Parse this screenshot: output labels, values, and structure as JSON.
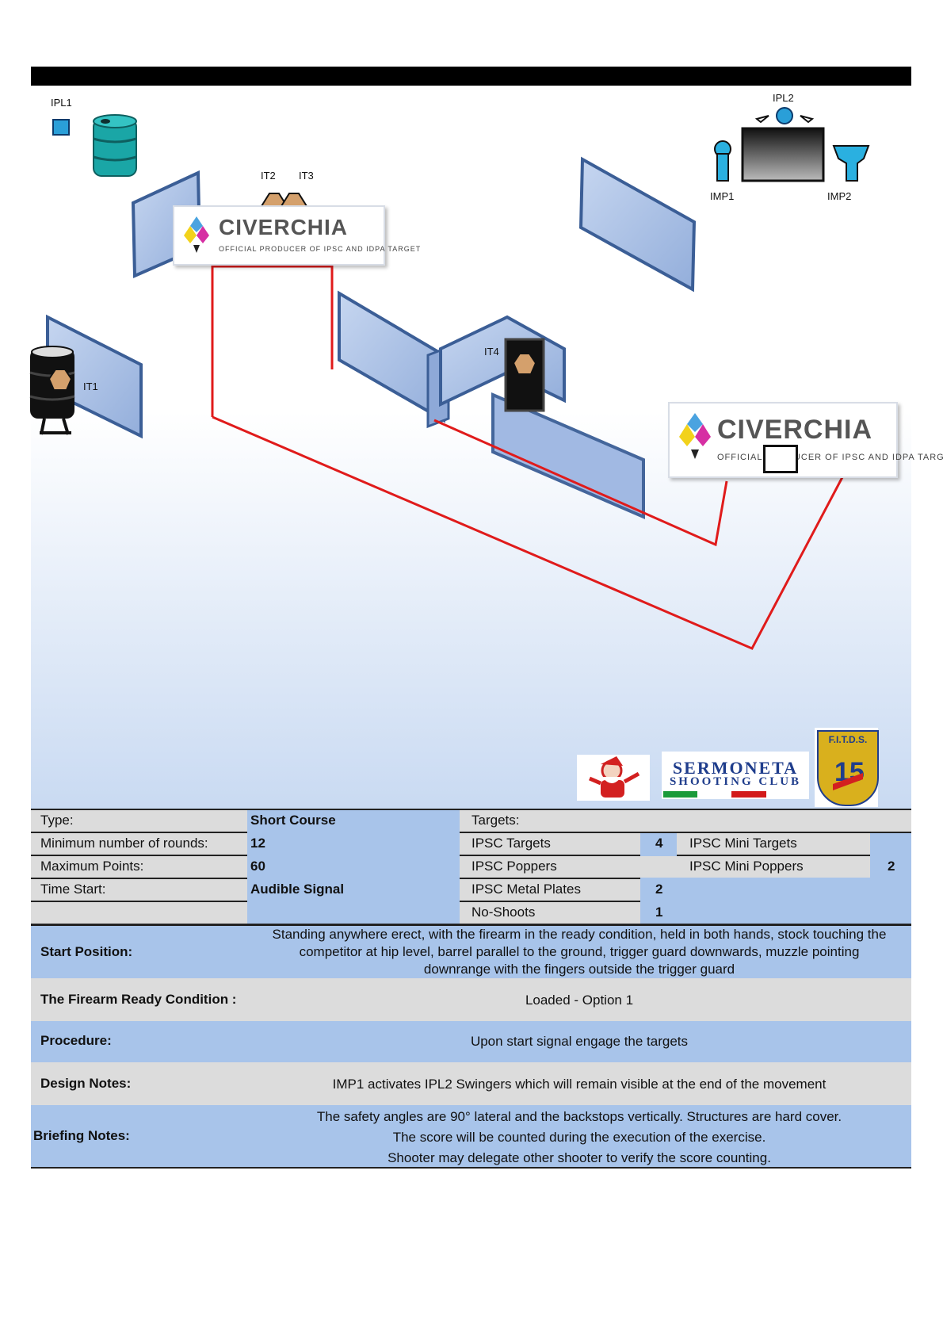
{
  "stage_labels": {
    "ipl1": "IPL1",
    "ipl2": "IPL2",
    "it1": "IT1",
    "it2": "IT2",
    "it3": "IT3",
    "it4": "IT4",
    "imp1": "IMP1",
    "imp2": "IMP2"
  },
  "civerchia": {
    "name": "CIVERCHIA",
    "tagline": "OFFICIAL PRODUCER OF IPSC AND IDPA TARGET"
  },
  "sponsors": {
    "sermoneta_line1": "SERMONETA",
    "sermoneta_line2": "SHOOTING CLUB",
    "fitds": "F.I.T.D.S."
  },
  "specs": {
    "type_label": "Type:",
    "type_value": "Short Course",
    "min_rounds_label": "Minimum number of rounds:",
    "min_rounds_value": "12",
    "max_points_label": "Maximum Points:",
    "max_points_value": "60",
    "time_start_label": "Time Start:",
    "time_start_value": "Audible Signal"
  },
  "targets": {
    "heading": "Targets:",
    "ipsc_targets_label": "IPSC Targets",
    "ipsc_targets_value": "4",
    "ipsc_poppers_label": "IPSC Poppers",
    "ipsc_poppers_value": "",
    "ipsc_metal_plates_label": "IPSC Metal Plates",
    "ipsc_metal_plates_value": "2",
    "no_shoots_label": "No-Shoots",
    "no_shoots_value": "1",
    "ipsc_mini_targets_label": "IPSC Mini Targets",
    "ipsc_mini_targets_value": "",
    "ipsc_mini_poppers_label": "IPSC Mini Poppers",
    "ipsc_mini_poppers_value": "2"
  },
  "details": {
    "start_position_label": "Start Position:",
    "start_position_lines": [
      "Standing anywhere erect, with the firearm in the ready condition, held in both hands, stock touching the",
      "competitor at hip level, barrel parallel to the ground, trigger guard downwards, muzzle pointing",
      "downrange with the fingers outside the trigger guard"
    ],
    "ready_condition_label": "The Firearm Ready Condition :",
    "ready_condition_value": "Loaded - Option 1",
    "procedure_label": "Procedure:",
    "procedure_value": "Upon start signal engage the targets",
    "design_notes_label": "Design Notes:",
    "design_notes_value": "IMP1 activates IPL2 Swingers which will remain visible at the end of the movement",
    "briefing_notes_label": "Briefing Notes:",
    "briefing_notes_lines": [
      "The safety angles are 90° lateral and the backstops vertically. Structures are hard cover.",
      "The score will be counted during the execution of the exercise.",
      "Shooter may delegate other shooter to verify the score counting."
    ]
  },
  "colors": {
    "band_blue": "#a8c4ea",
    "band_gray": "#dcdcdc",
    "wall": "#a6bde4",
    "fault_line": "#e01b1b",
    "barrel_teal": "#1aa6a6"
  }
}
